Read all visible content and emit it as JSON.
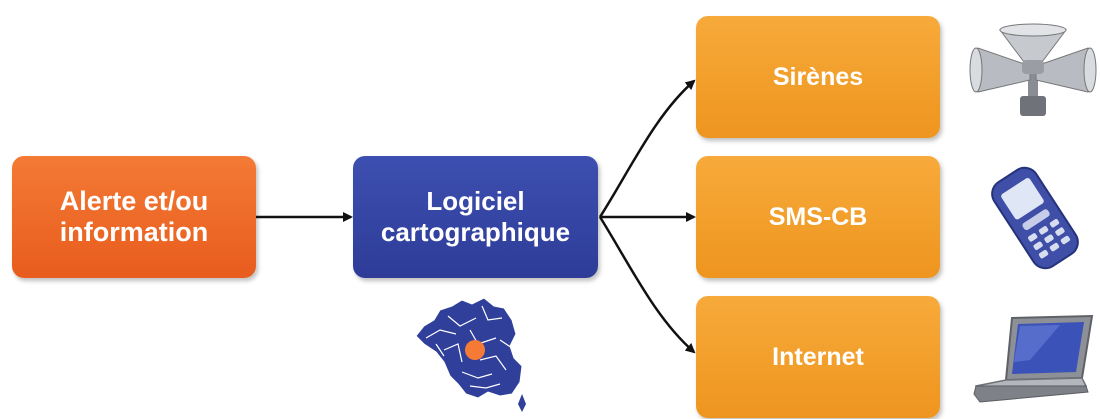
{
  "nodes": {
    "alert": {
      "line1": "Alerte et/ou",
      "line2": "information"
    },
    "software": {
      "line1": "Logiciel",
      "line2": "cartographique"
    },
    "outputs": [
      {
        "label": "Sirènes",
        "icon": "siren-icon"
      },
      {
        "label": "SMS-CB",
        "icon": "mobile-phone-icon"
      },
      {
        "label": "Internet",
        "icon": "laptop-icon"
      }
    ]
  },
  "colors": {
    "alert": "#e85c1d",
    "software": "#2e3c98",
    "output": "#f29a27",
    "map": "#2f3f9a",
    "marker": "#f47a35"
  },
  "icons": [
    "france-map-icon",
    "siren-icon",
    "mobile-phone-icon",
    "laptop-icon"
  ]
}
